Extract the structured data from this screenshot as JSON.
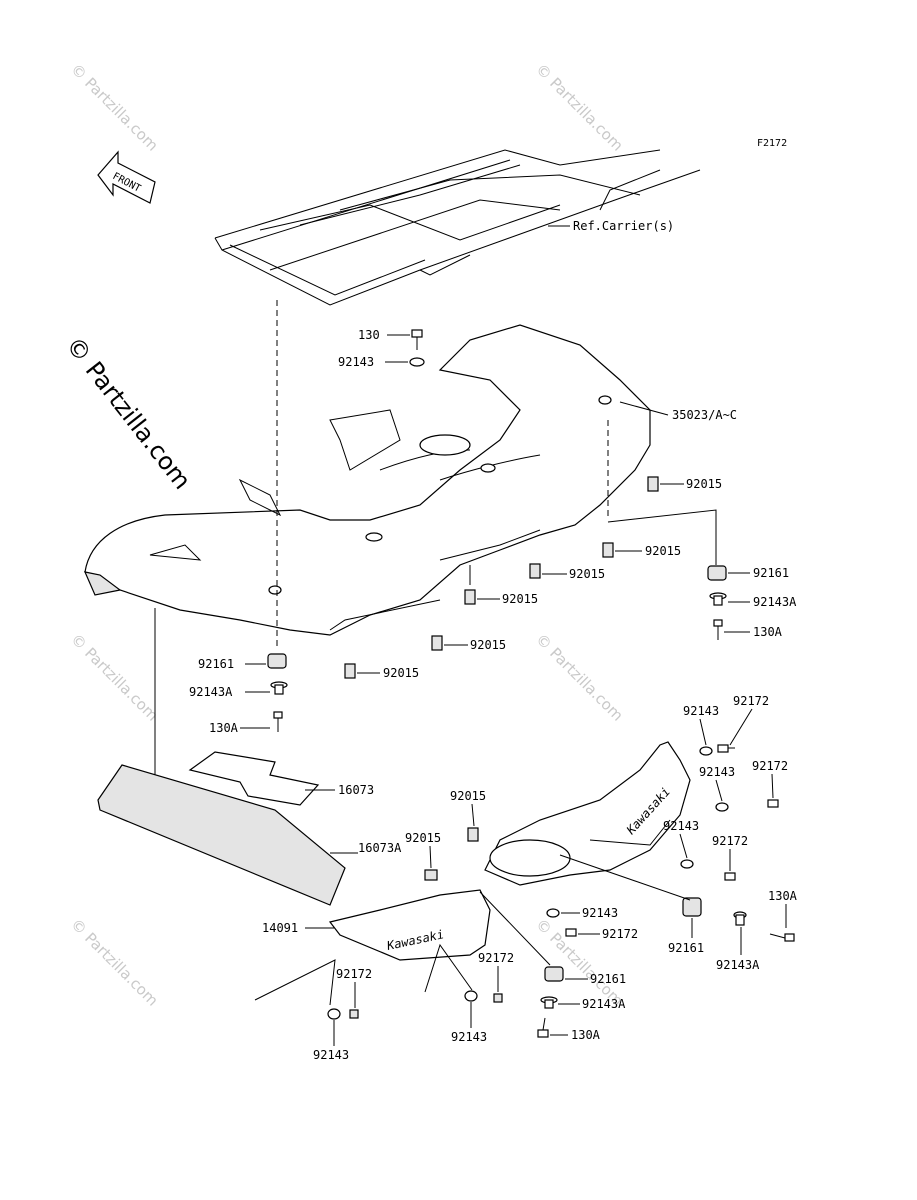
{
  "diagram": {
    "ref_code": "F2172",
    "front_marker": "FRONT",
    "brand_label": "Kawasaki",
    "watermark_main": "© Partzilla.com",
    "watermark_small": "© Partzilla.com",
    "callouts": {
      "ref_carrier": "Ref.Carrier(s)",
      "c130_top": "130",
      "c92143_top": "92143",
      "c35023": "35023/A~C",
      "c92015_a": "92015",
      "c92015_b": "92015",
      "c92015_c": "92015",
      "c92015_d": "92015",
      "c92015_e": "92015",
      "c92015_f": "92015",
      "c92161_right": "92161",
      "c92143a_right": "92143A",
      "c130a_right": "130A",
      "c92161_left": "92161",
      "c92143a_left": "92143A",
      "c130a_left": "130A",
      "c16073": "16073",
      "c16073a": "16073A",
      "c92143_r1": "92143",
      "c92172_r1": "92172",
      "c92143_r2": "92143",
      "c92172_r2": "92172",
      "c92143_r3": "92143",
      "c92172_r3": "92172",
      "c92015_g": "92015",
      "c92015_h": "92015",
      "c14091": "14091",
      "c92143_mid": "92143",
      "c92172_mid": "92172",
      "c92161_mid": "92161",
      "c92161_low": "92161",
      "c130a_far": "130A",
      "c92143a_far": "92143A",
      "c92172_bl": "92172",
      "c92143_bl": "92143",
      "c92172_bm": "92172",
      "c92143_bm": "92143",
      "c92143a_low": "92143A",
      "c130a_low": "130A"
    }
  }
}
